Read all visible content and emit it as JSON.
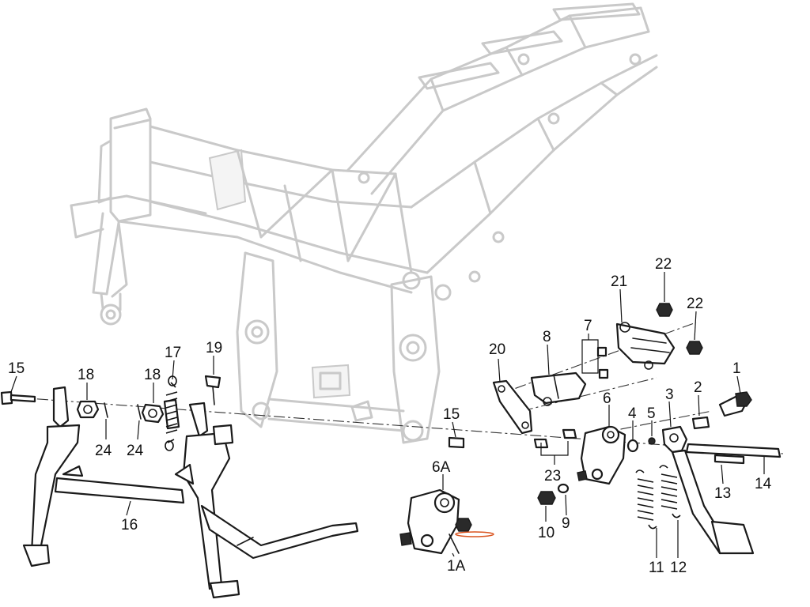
{
  "diagram": {
    "accent_color": "#d9531e",
    "callouts": [
      {
        "id": "c1",
        "label": "1"
      },
      {
        "id": "c1a",
        "label": "1A"
      },
      {
        "id": "c2",
        "label": "2"
      },
      {
        "id": "c3",
        "label": "3"
      },
      {
        "id": "c4",
        "label": "4"
      },
      {
        "id": "c5",
        "label": "5"
      },
      {
        "id": "c6",
        "label": "6"
      },
      {
        "id": "c6a",
        "label": "6A"
      },
      {
        "id": "c7",
        "label": "7"
      },
      {
        "id": "c8",
        "label": "8"
      },
      {
        "id": "c9",
        "label": "9"
      },
      {
        "id": "c10",
        "label": "10"
      },
      {
        "id": "c11",
        "label": "11"
      },
      {
        "id": "c12",
        "label": "12"
      },
      {
        "id": "c13",
        "label": "13"
      },
      {
        "id": "c14",
        "label": "14"
      },
      {
        "id": "c15a",
        "label": "15"
      },
      {
        "id": "c15b",
        "label": "15"
      },
      {
        "id": "c16",
        "label": "16"
      },
      {
        "id": "c17",
        "label": "17"
      },
      {
        "id": "c18a",
        "label": "18"
      },
      {
        "id": "c18b",
        "label": "18"
      },
      {
        "id": "c19",
        "label": "19"
      },
      {
        "id": "c20",
        "label": "20"
      },
      {
        "id": "c21",
        "label": "21"
      },
      {
        "id": "c22a",
        "label": "22"
      },
      {
        "id": "c22b",
        "label": "22"
      },
      {
        "id": "c23",
        "label": "23"
      },
      {
        "id": "c24a",
        "label": "24"
      },
      {
        "id": "c24b",
        "label": "24"
      }
    ]
  }
}
